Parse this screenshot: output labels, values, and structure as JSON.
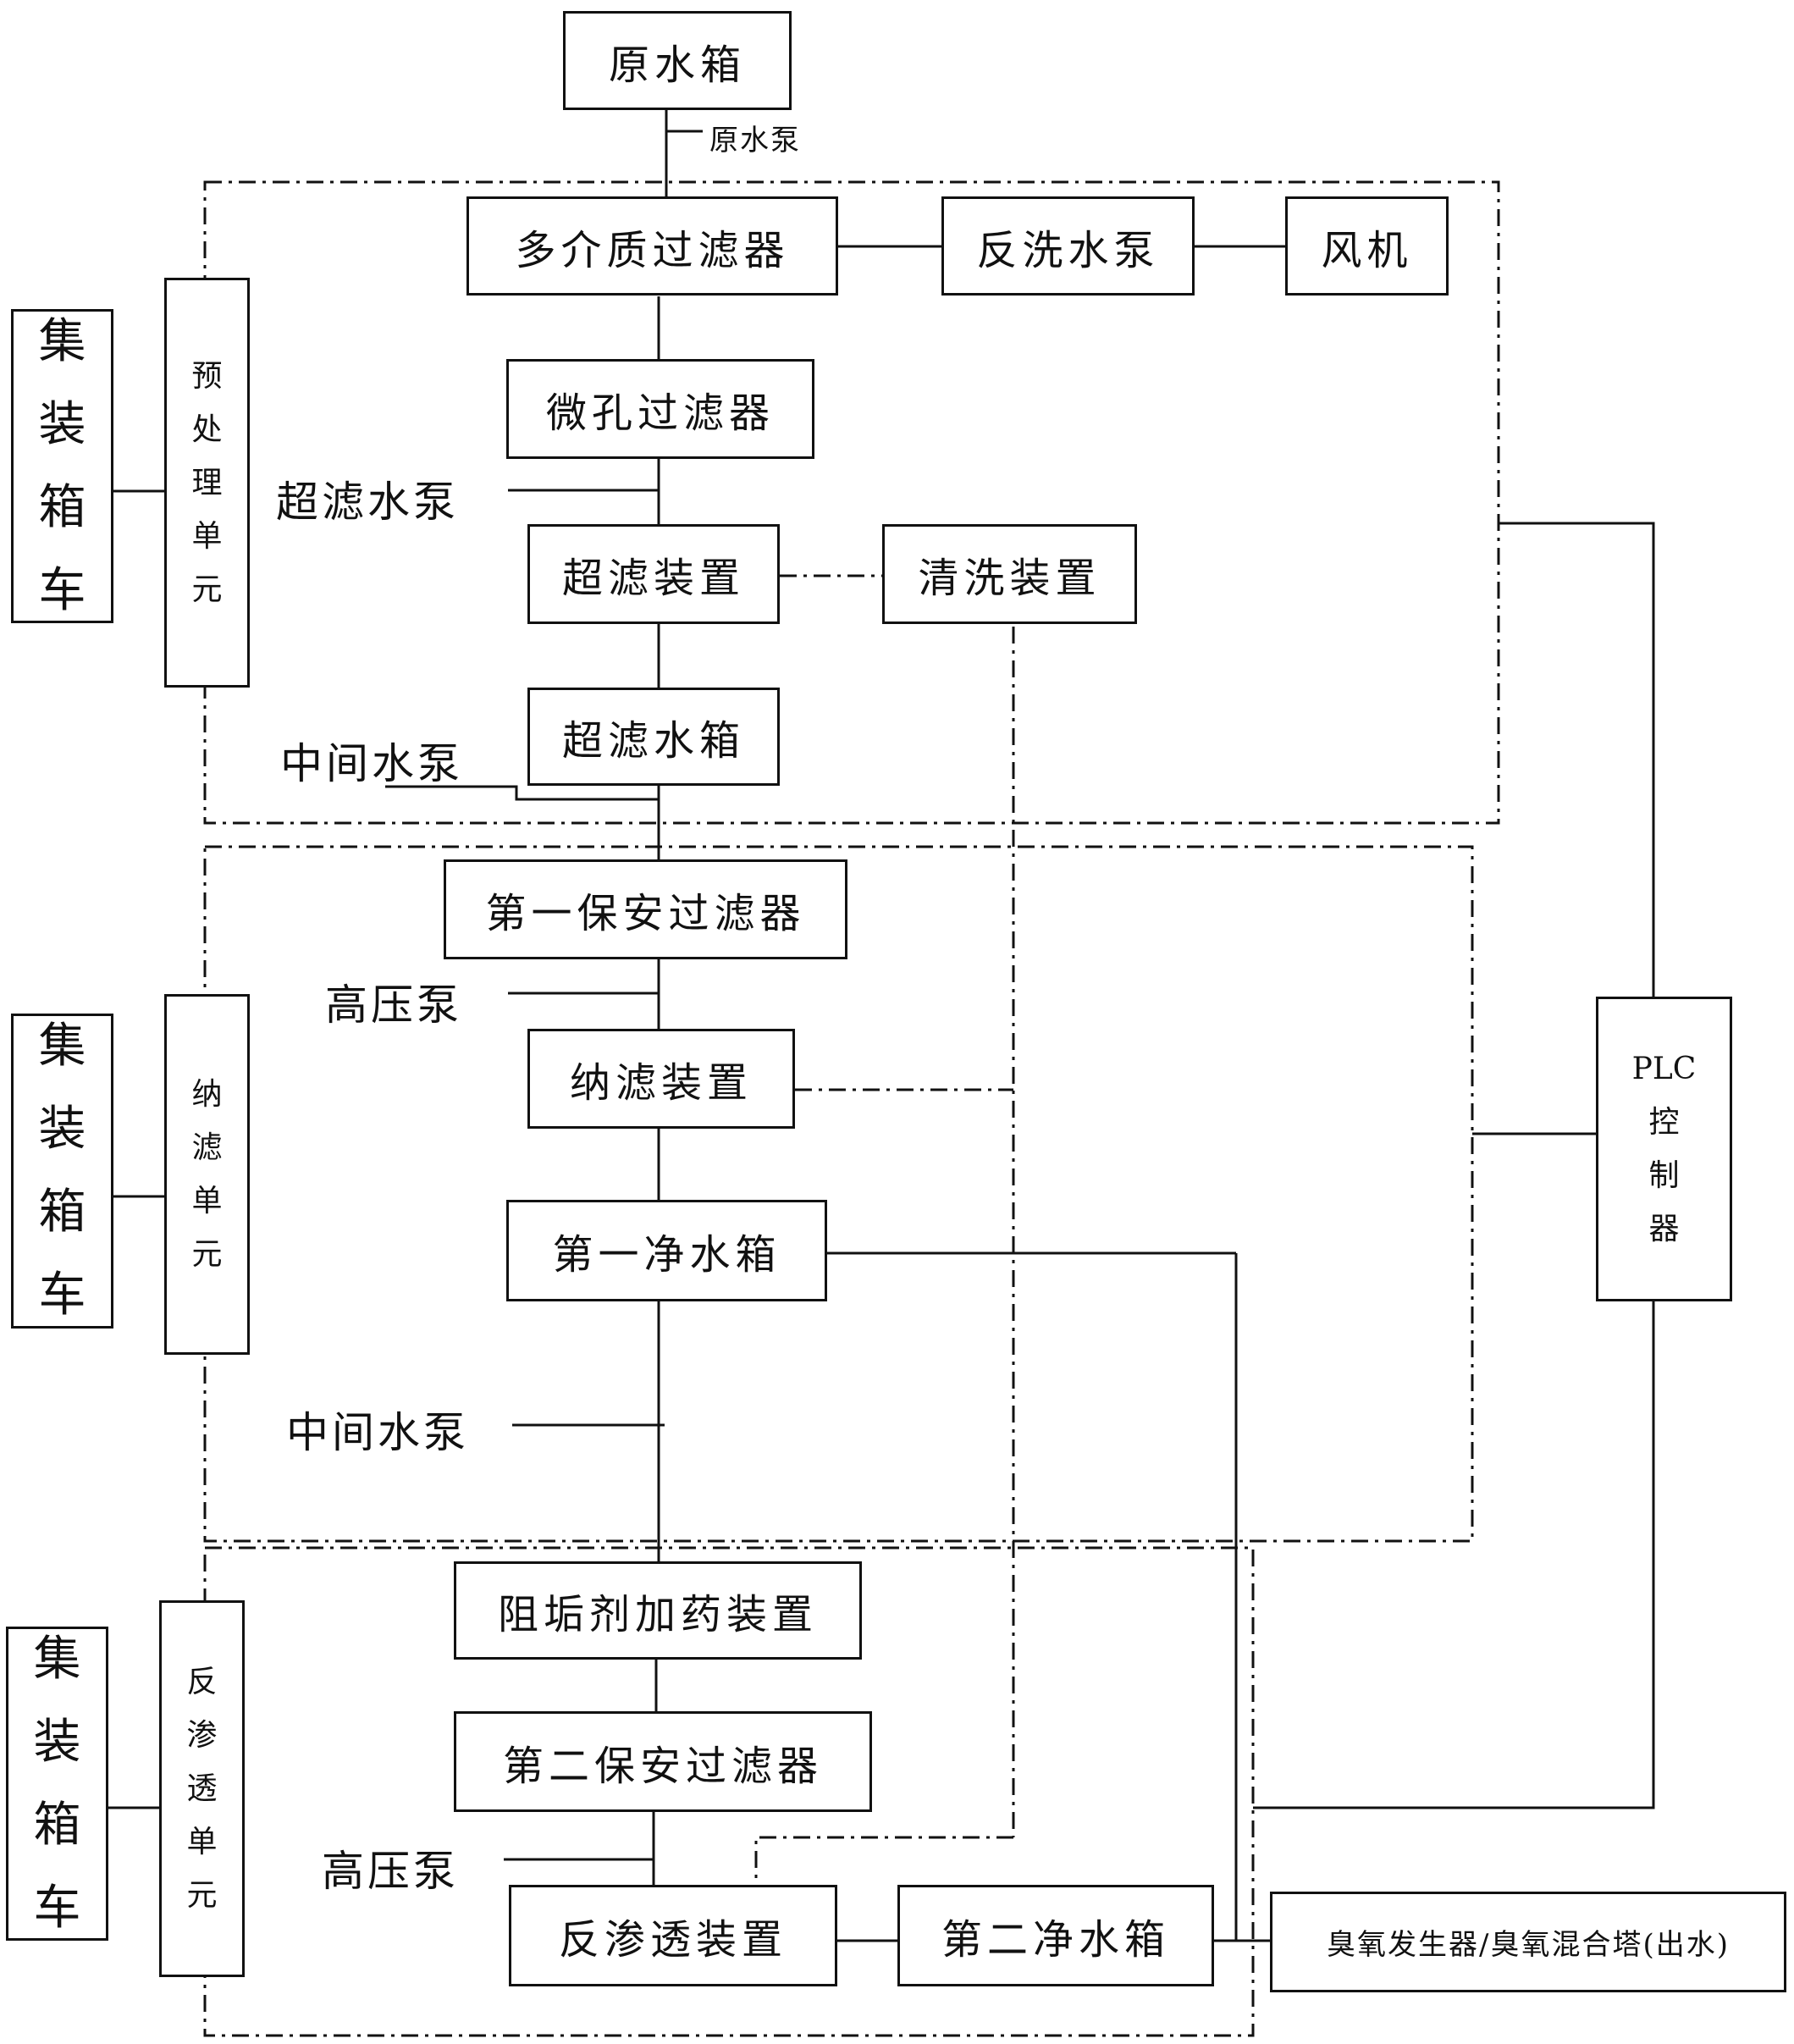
{
  "boxes": {
    "raw_tank": "原水箱",
    "multimedia_filter": "多介质过滤器",
    "backwash_pump": "反洗水泵",
    "fan": "风机",
    "micropore_filter": "微孔过滤器",
    "uf_device": "超滤装置",
    "cleaning_device": "清洗装置",
    "uf_tank": "超滤水箱",
    "first_security_filter": "第一保安过滤器",
    "nf_device": "纳滤装置",
    "first_clean_tank": "第一净水箱",
    "antiscalant_dosing": "阻垢剂加药装置",
    "second_security_filter": "第二保安过滤器",
    "ro_device": "反渗透装置",
    "second_clean_tank": "第二净水箱",
    "ozone": "臭氧发生器/臭氧混合塔(出水)"
  },
  "pumps": {
    "raw_pump": "原水泵",
    "uf_pump": "超滤水泵",
    "mid_pump_1": "中间水泵",
    "hp_pump_1": "高压泵",
    "mid_pump_2": "中间水泵",
    "hp_pump_2": "高压泵"
  },
  "containers": [
    {
      "chars": [
        "集",
        "装",
        "箱",
        "车"
      ]
    },
    {
      "chars": [
        "集",
        "装",
        "箱",
        "车"
      ]
    },
    {
      "chars": [
        "集",
        "装",
        "箱",
        "车"
      ]
    }
  ],
  "units": [
    {
      "chars": [
        "预",
        "处",
        "理",
        "单",
        "元"
      ]
    },
    {
      "chars": [
        "纳",
        "滤",
        "单",
        "元"
      ]
    },
    {
      "chars": [
        "反",
        "渗",
        "透",
        "单",
        "元"
      ]
    }
  ],
  "plc": {
    "chars": [
      "PLC",
      "控",
      "制",
      "器"
    ]
  }
}
